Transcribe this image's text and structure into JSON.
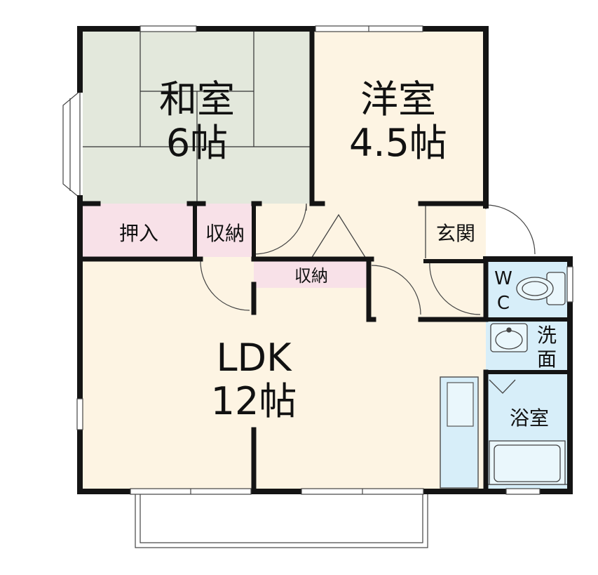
{
  "colors": {
    "wall": "#141414",
    "tatami": "#e3e8dc",
    "floor": "#fdf4e3",
    "closet": "#f8e1e8",
    "wet": "#d7eef9",
    "fixture": "#eaf7fc",
    "thin_line": "#555555"
  },
  "rooms": {
    "washitsu": {
      "name": "和室",
      "size": "6帖"
    },
    "youshitsu": {
      "name": "洋室",
      "size": "4.5帖"
    },
    "oshiire": {
      "name": "押入"
    },
    "shuno_upper": {
      "name": "収納"
    },
    "shuno_lower": {
      "name": "収納"
    },
    "genkan": {
      "name": "玄関"
    },
    "wc": {
      "line1": "W",
      "line2": "C"
    },
    "senmen": {
      "line1": "洗",
      "line2": "面"
    },
    "yokushitsu": {
      "name": "浴室"
    },
    "ldk": {
      "name": "LDK",
      "size": "12帖"
    }
  },
  "icons": [
    "toilet-icon",
    "washbasin-icon",
    "bathtub-icon",
    "refrigerator-icon",
    "kitchen-counter-icon"
  ]
}
